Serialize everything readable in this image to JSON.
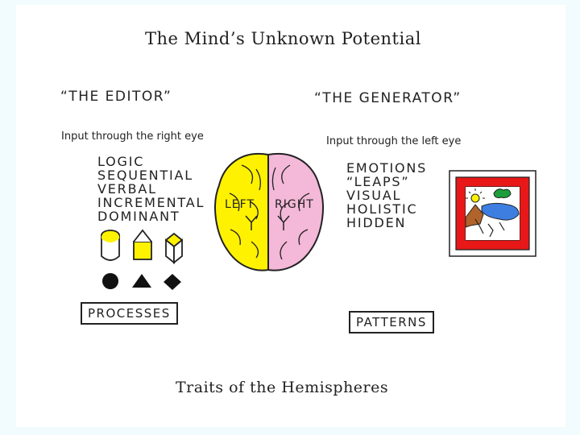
{
  "title": "The Mind’s Unknown Potential",
  "caption": "Traits of the Hemispheres",
  "left": {
    "role": "“THE EDITOR”",
    "input": "Input through the right eye",
    "traits": [
      "LOGIC",
      "SEQUENTIAL",
      "VERBAL",
      "INCREMENTAL",
      "DOMINANT"
    ],
    "box_label": "PROCESSES"
  },
  "right": {
    "role": "“THE GENERATOR”",
    "input": "Input through the left eye",
    "traits": [
      "EMOTIONS",
      "“LEAPS”",
      "VISUAL",
      "HOLISTIC",
      "HIDDEN"
    ],
    "box_label": "PATTERNS"
  },
  "brain": {
    "left_label": "LEFT",
    "right_label": "RIGHT",
    "left_color": "#fff200",
    "right_color": "#f4b8d8"
  },
  "shapes": {
    "filled_color": "#fff200",
    "solid_color": "#111111",
    "items": [
      "cylinder-icon",
      "house-icon",
      "cube-icon",
      "circle-icon",
      "triangle-icon",
      "diamond-icon"
    ]
  },
  "picture": {
    "frame_color": "#e81818",
    "icons": [
      "sun-icon",
      "tree-icon",
      "lake-icon",
      "mountain-icon"
    ]
  }
}
